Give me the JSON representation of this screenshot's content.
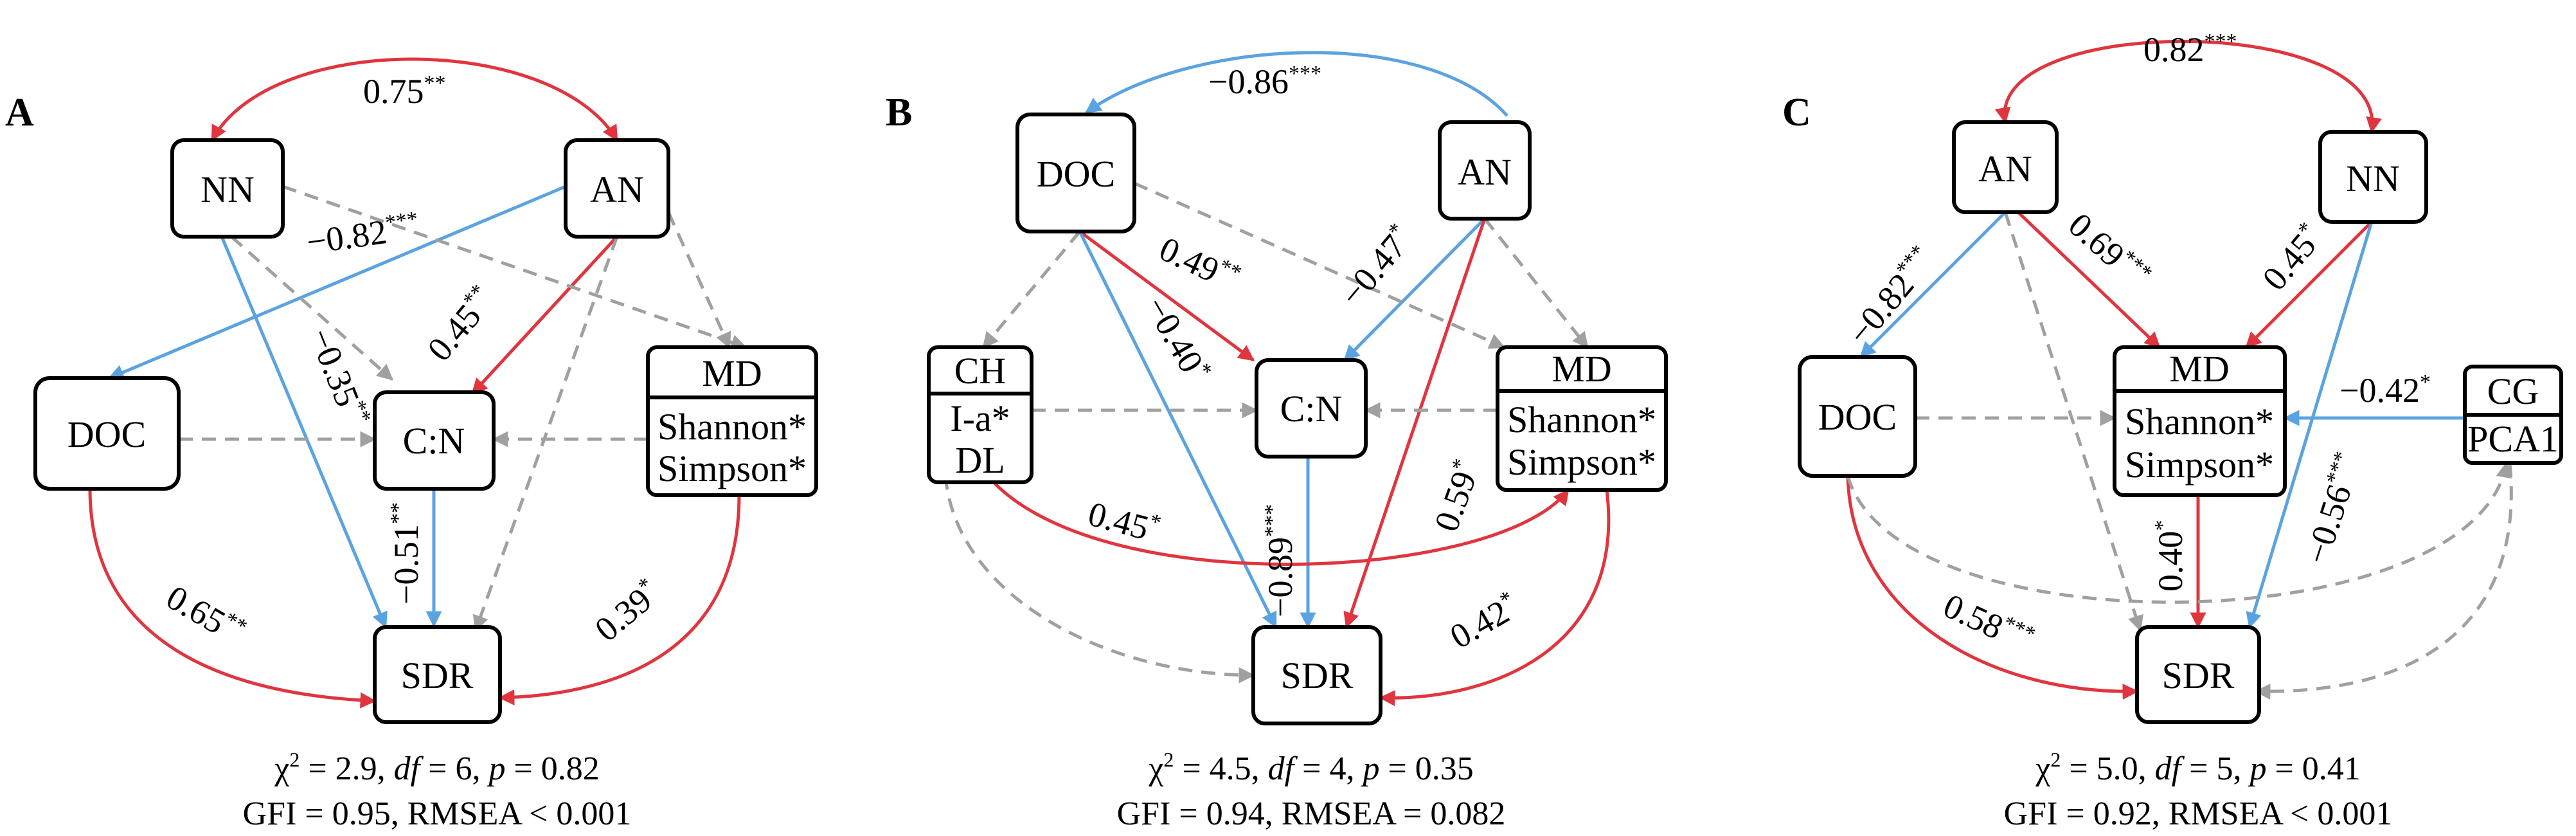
{
  "colors": {
    "positive": "#e0353f",
    "negative": "#5ba3e0",
    "nonsignificant": "#a0a0a0",
    "text": "#000000"
  },
  "panels": [
    {
      "label": "A",
      "nodes": {
        "NN": {
          "lines": [
            "NN"
          ]
        },
        "AN": {
          "lines": [
            "AN"
          ]
        },
        "DOC": {
          "lines": [
            "DOC"
          ]
        },
        "CN": {
          "lines": [
            "C:N"
          ]
        },
        "MD": {
          "header": "MD",
          "lines": [
            "Shannon*",
            "Simpson*"
          ]
        },
        "SDR": {
          "lines": [
            "SDR"
          ]
        }
      },
      "edges": [
        {
          "id": "NN-AN",
          "from": "NN",
          "to": "AN",
          "sign": "positive",
          "coef": "0.75",
          "stars": "**"
        },
        {
          "id": "AN-DOC",
          "from": "AN",
          "to": "DOC",
          "sign": "negative",
          "coef": "−0.82",
          "stars": "***"
        },
        {
          "id": "AN-CN",
          "from": "AN",
          "to": "CN",
          "sign": "positive",
          "coef": "0.45",
          "stars": "**"
        },
        {
          "id": "NN-SDR",
          "from": "NN",
          "to": "SDR",
          "sign": "negative",
          "coef": "−0.35",
          "stars": "**"
        },
        {
          "id": "CN-SDR",
          "from": "CN",
          "to": "SDR",
          "sign": "negative",
          "coef": "−0.51",
          "stars": "**"
        },
        {
          "id": "DOC-SDR",
          "from": "DOC",
          "to": "SDR",
          "sign": "positive",
          "coef": "0.65",
          "stars": "**"
        },
        {
          "id": "MD-SDR",
          "from": "MD",
          "to": "SDR",
          "sign": "positive",
          "coef": "0.39",
          "stars": "*"
        },
        {
          "id": "NN-MD",
          "from": "NN",
          "to": "MD",
          "sign": "nonsignificant"
        },
        {
          "id": "AN-MD",
          "from": "AN",
          "to": "MD",
          "sign": "nonsignificant"
        },
        {
          "id": "NN-CN",
          "from": "NN",
          "to": "CN",
          "sign": "nonsignificant"
        },
        {
          "id": "AN-SDR",
          "from": "AN",
          "to": "SDR",
          "sign": "nonsignificant"
        },
        {
          "id": "DOC-CN",
          "from": "DOC",
          "to": "CN",
          "sign": "nonsignificant"
        },
        {
          "id": "MD-CN",
          "from": "MD",
          "to": "CN",
          "sign": "nonsignificant"
        }
      ],
      "fit": {
        "chi2": "2.9",
        "df": "6",
        "p": "0.82",
        "gfi": "0.95",
        "rmsea": "< 0.001"
      }
    },
    {
      "label": "B",
      "nodes": {
        "DOC": {
          "lines": [
            "DOC"
          ]
        },
        "AN": {
          "lines": [
            "AN"
          ]
        },
        "CH": {
          "header": "CH",
          "lines": [
            "I-a*",
            "DL"
          ]
        },
        "CN": {
          "lines": [
            "C:N"
          ]
        },
        "MD": {
          "header": "MD",
          "lines": [
            "Shannon*",
            "Simpson*"
          ]
        },
        "SDR": {
          "lines": [
            "SDR"
          ]
        }
      },
      "edges": [
        {
          "id": "AN-DOC",
          "from": "AN",
          "to": "DOC",
          "sign": "negative",
          "coef": "−0.86",
          "stars": "***"
        },
        {
          "id": "DOC-CN",
          "from": "DOC",
          "to": "CN",
          "sign": "positive",
          "coef": "0.49",
          "stars": "**"
        },
        {
          "id": "AN-CN",
          "from": "AN",
          "to": "CN",
          "sign": "negative",
          "coef": "−0.47",
          "stars": "*"
        },
        {
          "id": "DOC-SDR",
          "from": "DOC",
          "to": "SDR",
          "sign": "negative",
          "coef": "−0.40",
          "stars": "*"
        },
        {
          "id": "AN-SDR",
          "from": "AN",
          "to": "SDR",
          "sign": "positive",
          "coef": "0.59",
          "stars": "*"
        },
        {
          "id": "CN-SDR",
          "from": "CN",
          "to": "SDR",
          "sign": "negative",
          "coef": "−0.89",
          "stars": "***"
        },
        {
          "id": "CH-MD",
          "from": "CH",
          "to": "MD",
          "sign": "positive",
          "coef": "0.45",
          "stars": "*"
        },
        {
          "id": "MD-SDR",
          "from": "MD",
          "to": "SDR",
          "sign": "positive",
          "coef": "0.42",
          "stars": "*"
        },
        {
          "id": "DOC-CH",
          "from": "DOC",
          "to": "CH",
          "sign": "nonsignificant"
        },
        {
          "id": "DOC-MD",
          "from": "DOC",
          "to": "MD",
          "sign": "nonsignificant"
        },
        {
          "id": "AN-MD",
          "from": "AN",
          "to": "MD",
          "sign": "nonsignificant"
        },
        {
          "id": "CH-CN",
          "from": "CH",
          "to": "CN",
          "sign": "nonsignificant"
        },
        {
          "id": "MD-CN",
          "from": "MD",
          "to": "CN",
          "sign": "nonsignificant"
        },
        {
          "id": "CH-SDR",
          "from": "CH",
          "to": "SDR",
          "sign": "nonsignificant"
        }
      ],
      "fit": {
        "chi2": "4.5",
        "df": "4",
        "p": "0.35",
        "gfi": "0.94",
        "rmsea": "= 0.082"
      }
    },
    {
      "label": "C",
      "nodes": {
        "AN": {
          "lines": [
            "AN"
          ]
        },
        "NN": {
          "lines": [
            "NN"
          ]
        },
        "DOC": {
          "lines": [
            "DOC"
          ]
        },
        "MD": {
          "header": "MD",
          "lines": [
            "Shannon*",
            "Simpson*"
          ]
        },
        "CG": {
          "header": "CG",
          "lines": [
            "PCA1"
          ]
        },
        "SDR": {
          "lines": [
            "SDR"
          ]
        }
      },
      "edges": [
        {
          "id": "AN-NN",
          "from": "AN",
          "to": "NN",
          "sign": "positive",
          "coef": "0.82",
          "stars": "***"
        },
        {
          "id": "AN-DOC",
          "from": "AN",
          "to": "DOC",
          "sign": "negative",
          "coef": "−0.82",
          "stars": "***"
        },
        {
          "id": "AN-MD",
          "from": "AN",
          "to": "MD",
          "sign": "positive",
          "coef": "0.69",
          "stars": "***"
        },
        {
          "id": "NN-MD",
          "from": "NN",
          "to": "MD",
          "sign": "positive",
          "coef": "0.45",
          "stars": "*"
        },
        {
          "id": "CG-MD",
          "from": "CG",
          "to": "MD",
          "sign": "negative",
          "coef": "−0.42",
          "stars": "*"
        },
        {
          "id": "NN-SDR",
          "from": "NN",
          "to": "SDR",
          "sign": "negative",
          "coef": "−0.56",
          "stars": "***"
        },
        {
          "id": "MD-SDR",
          "from": "MD",
          "to": "SDR",
          "sign": "positive",
          "coef": "0.40",
          "stars": "*"
        },
        {
          "id": "DOC-SDR",
          "from": "DOC",
          "to": "SDR",
          "sign": "positive",
          "coef": "0.58",
          "stars": "***"
        },
        {
          "id": "DOC-MD",
          "from": "DOC",
          "to": "MD",
          "sign": "nonsignificant"
        },
        {
          "id": "AN-SDR",
          "from": "AN",
          "to": "SDR",
          "sign": "nonsignificant"
        },
        {
          "id": "DOC-CG",
          "from": "DOC",
          "to": "CG",
          "sign": "nonsignificant"
        },
        {
          "id": "CG-SDR",
          "from": "CG",
          "to": "SDR",
          "sign": "nonsignificant"
        }
      ],
      "fit": {
        "chi2": "5.0",
        "df": "5",
        "p": "0.41",
        "gfi": "0.92",
        "rmsea": "< 0.001"
      }
    }
  ]
}
